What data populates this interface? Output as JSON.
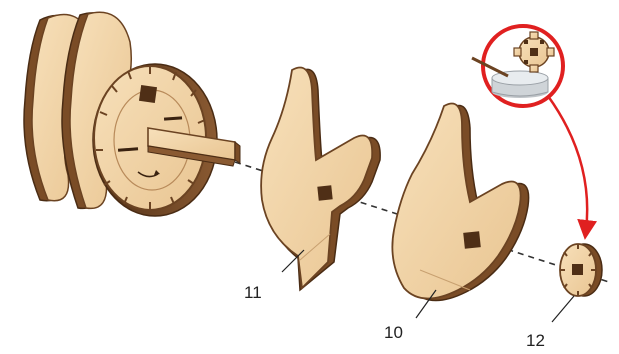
{
  "diagram": {
    "parts": [
      {
        "number": "11"
      },
      {
        "number": "10"
      },
      {
        "number": "12"
      }
    ]
  },
  "colors": {
    "wood_face": "#f0d2a6",
    "wood_edge": "#6b4322",
    "wood_shadow": "#8a5a32",
    "callout_red": "#e02020",
    "axis_dash": "#333333"
  },
  "icons": {
    "callout": "glue-pot-with-gear-icon"
  }
}
